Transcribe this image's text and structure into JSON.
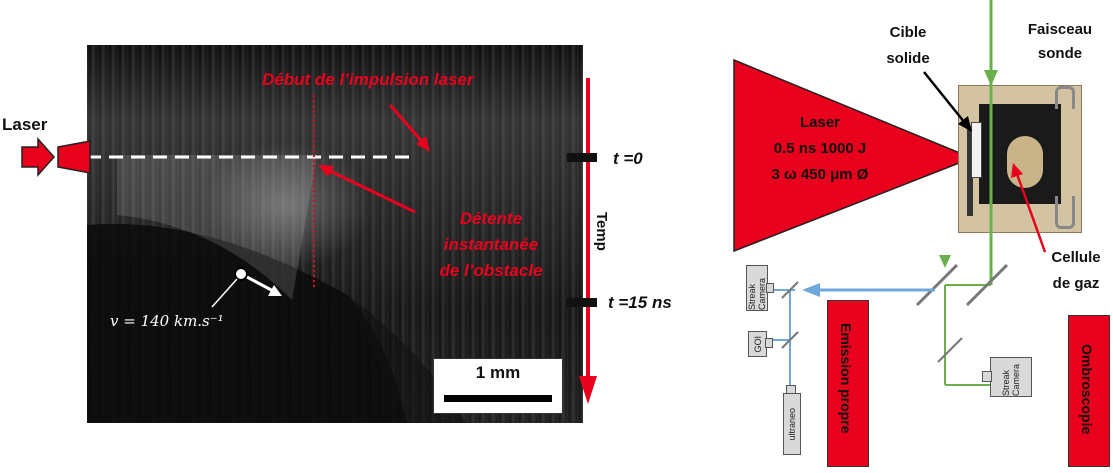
{
  "streak": {
    "laser_label": "Laser",
    "debut_label": "Début de l’impulsion laser",
    "detente_line1": "Détente",
    "detente_line2": "instantanée",
    "detente_line3": "de l’obstacle",
    "velocity_label": "v = 140 km.s⁻¹",
    "t0_label": "t =0",
    "t15_label": "t =15 ns",
    "scale_label": "1 mm",
    "temp_label": "Temp"
  },
  "setup": {
    "cible_line1": "Cible",
    "cible_line2": "solide",
    "faisceau_line1": "Faisceau",
    "faisceau_line2": "sonde",
    "laser_line1": "Laser",
    "laser_line2": "0.5 ns 1000 J",
    "laser_line3": "3 ω 450 μm Ø",
    "cellule_line1": "Cellule",
    "cellule_line2": "de gaz",
    "streak_camera_top": "Streak Camera",
    "streak_camera_bottom": "Streak Camera",
    "goi_label": "GOI",
    "ultraneo_label": "ultraneo",
    "emission_label": "Emission propre",
    "ombro_label": "Ombroscopie"
  },
  "colors": {
    "red": "#e8001c",
    "green": "#6ab04c",
    "blue": "#6fa8dc"
  }
}
